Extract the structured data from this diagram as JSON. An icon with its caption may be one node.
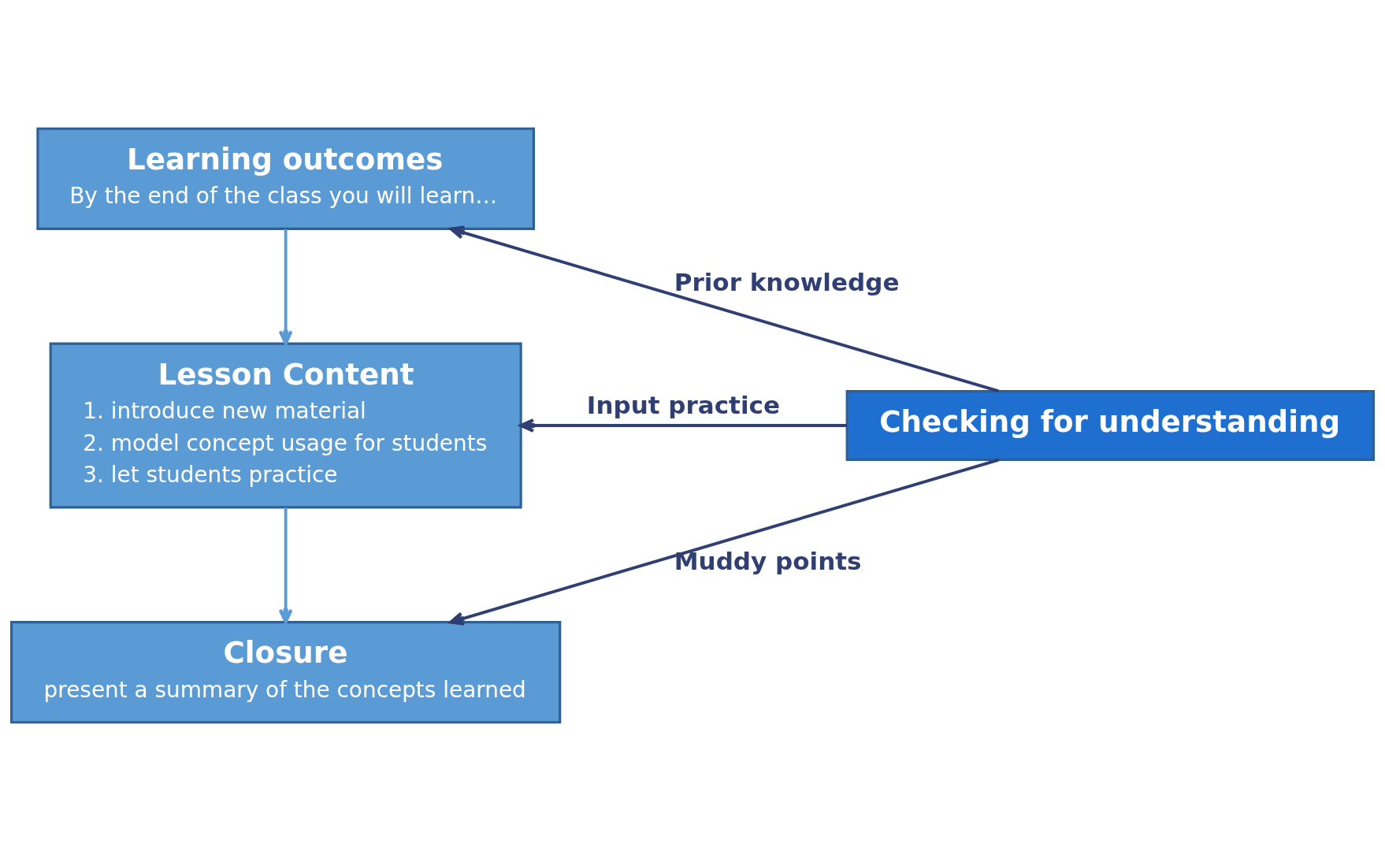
{
  "diagram": {
    "nodes": [
      {
        "text": [
          "Learning outcomes",
          "By the end of the class you will learn…"
        ]
      },
      {
        "text": [
          "Lesson Content",
          "1. introduce new material",
          "2. model concept usage for students",
          "3. let students practice"
        ]
      },
      {
        "text": [
          "Closure",
          "present a summary of the concepts learned"
        ]
      },
      {
        "text": [
          "Checking for understanding"
        ]
      }
    ],
    "edges": [
      {
        "from": 0,
        "to": 1,
        "arrow": "to",
        "color": "#5b9bd5"
      },
      {
        "from": 1,
        "to": 2,
        "arrow": "to",
        "color": "#5b9bd5"
      },
      {
        "from": 3,
        "to": 0,
        "arrow": "to",
        "label": "Prior knowledge"
      },
      {
        "from": 3,
        "to": 1,
        "arrow": "to",
        "label": "Input practice"
      },
      {
        "from": 3,
        "to": 2,
        "arrow": "to",
        "label": "Muddy points"
      }
    ]
  }
}
